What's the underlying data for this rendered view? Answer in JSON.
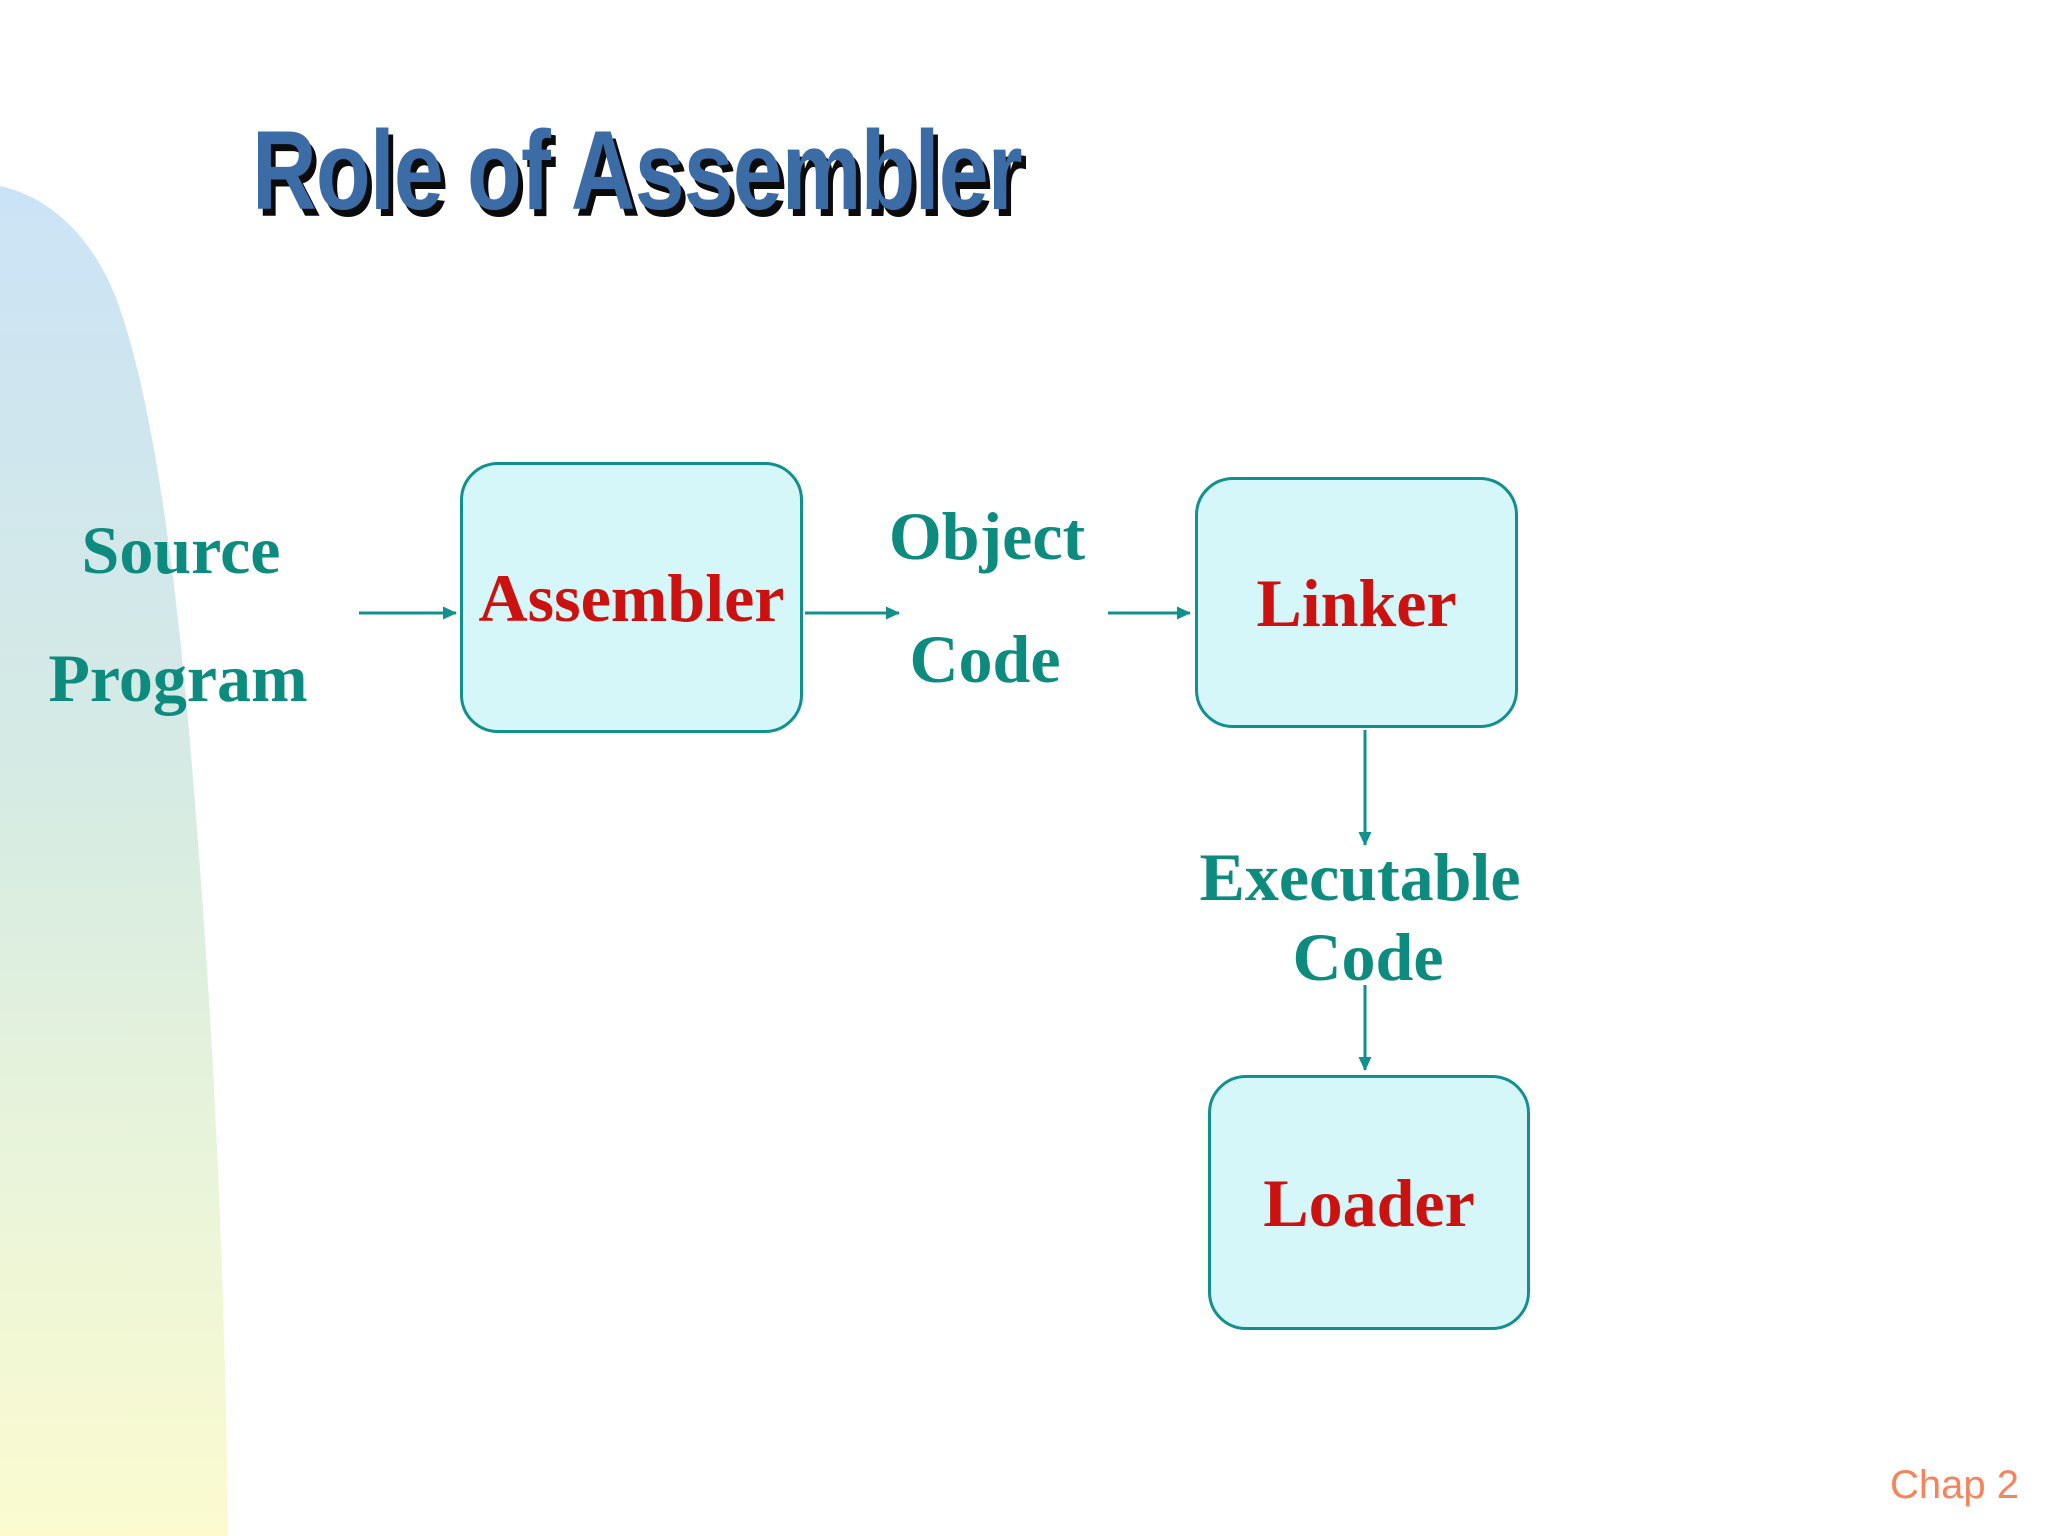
{
  "slide": {
    "title": "Role of Assembler",
    "page_label": "Chap 2"
  },
  "diagram": {
    "source_program": {
      "line1": "Source",
      "line2": "Program"
    },
    "object_code": {
      "line1": "Object",
      "line2": "Code"
    },
    "executable_code": {
      "line1": "Executable",
      "line2": "Code"
    },
    "nodes": {
      "assembler": "Assembler",
      "linker": "Linker",
      "loader": "Loader"
    }
  },
  "colors": {
    "bg": "#FFFFFF",
    "title_blue": "#3C6CA5",
    "title_shadow": "#0B0B0B",
    "teal_text": "#0E8B7F",
    "line_teal": "#12908E",
    "box_fill": "#D6F7F9",
    "box_border": "#12908E",
    "node_red": "#CC1111",
    "page_orange": "#F5845C",
    "deco_top": "#CBE3F6",
    "deco_mid1": "#D6EBE3",
    "deco_mid2": "#E9F4DA",
    "deco_bottom": "#FBFBCF"
  }
}
